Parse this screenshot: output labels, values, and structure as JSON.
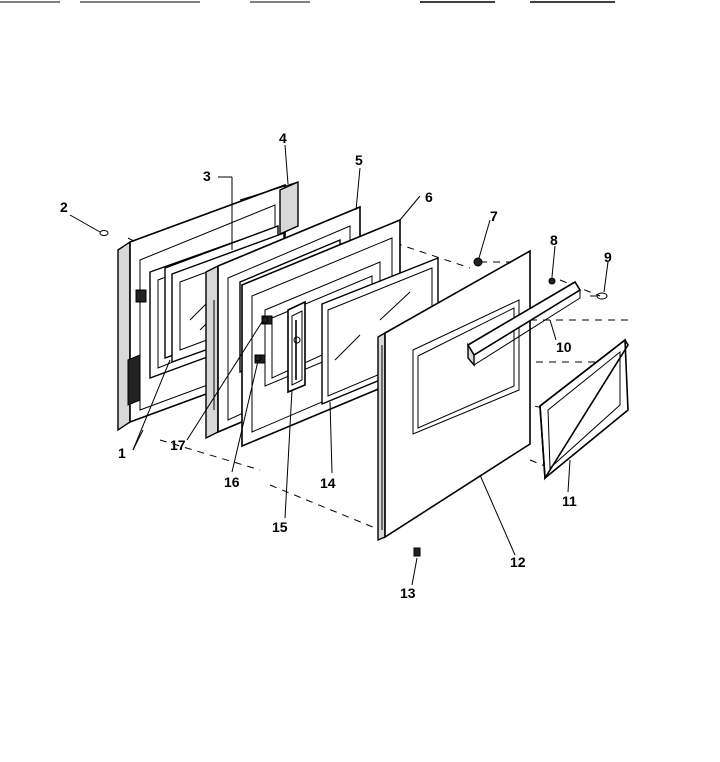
{
  "labels": [
    "1",
    "2",
    "3",
    "4",
    "5",
    "6",
    "7",
    "8",
    "9",
    "10",
    "11",
    "12",
    "13",
    "14",
    "15",
    "16",
    "17"
  ]
}
